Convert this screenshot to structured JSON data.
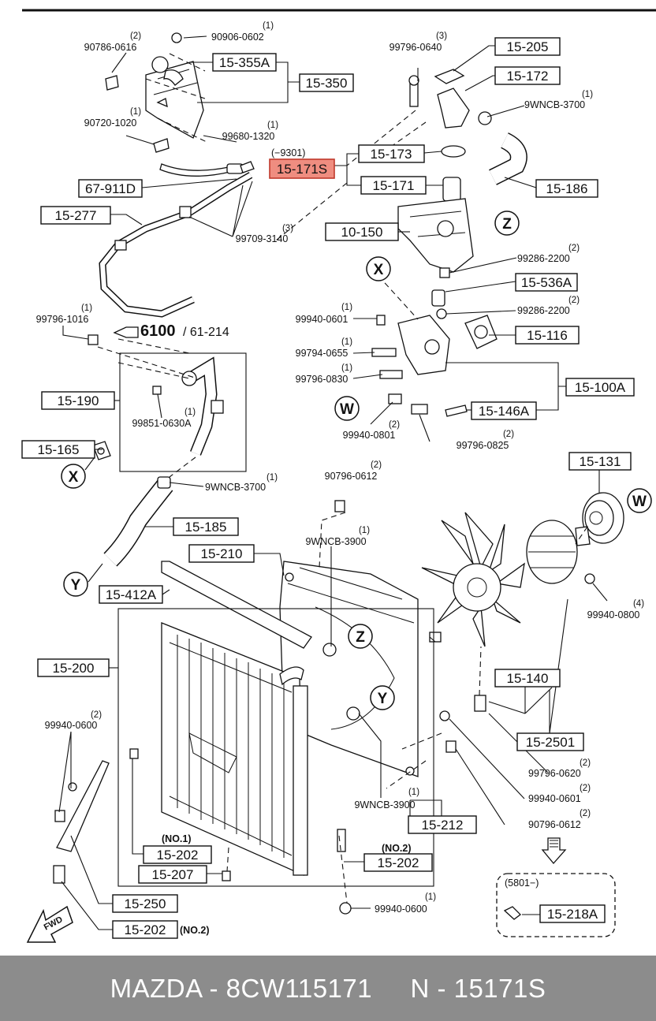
{
  "labels": {
    "l1": "15-355A",
    "l2": "15-350",
    "l3": "15-205",
    "l4": "15-172",
    "l5": "15-173",
    "l6": "15-171S",
    "l7": "15-171",
    "l8": "15-186",
    "l9": "67-911D",
    "l10": "15-277",
    "l11": "10-150",
    "l12": "15-536A",
    "l13": "15-116",
    "l14": "15-100A",
    "l15": "15-146A",
    "l16": "15-190",
    "l17": "15-165",
    "l18": "15-185",
    "l19": "15-131",
    "l20": "15-210",
    "l21": "15-412A",
    "l22": "15-200",
    "l23": "15-140",
    "l24": "15-2501",
    "l25": "15-212",
    "l26": "15-202",
    "l27": "15-207",
    "l28": "15-202",
    "l29": "15-250",
    "l30": "15-202",
    "l31": "15-218A"
  },
  "parts": {
    "p1": "90786-0616",
    "p2": "90906-0602",
    "p3": "90720-1020",
    "p4": "99680-1320",
    "p5": "99796-0640",
    "p6": "9WNCB-3700",
    "p7": "99709-3140",
    "p8": "99796-1016",
    "p9": "99286-2200",
    "p10": "99286-2200",
    "p11": "99940-0601",
    "p12": "99794-0655",
    "p13": "99796-0830",
    "p14": "99940-0801",
    "p15": "99796-0825",
    "p16": "99851-0630A",
    "p17": "9WNCB-3700",
    "p18": "90796-0612",
    "p19": "9WNCB-3900",
    "p20": "99940-0800",
    "p21": "99940-0600",
    "p22": "99796-0620",
    "p23": "99940-0601",
    "p24": "90796-0612",
    "p25": "9WNCB-3900",
    "p26": "99940-0600"
  },
  "quantities": {
    "q1": "(2)",
    "q2": "(1)",
    "q3": "(1)",
    "q4": "(1)",
    "q5": "(3)",
    "q6": "(1)",
    "q7": "(3)",
    "q8": "(1)",
    "q9": "(2)",
    "q10": "(2)",
    "q11": "(1)",
    "q12": "(1)",
    "q13": "(1)",
    "q14": "(2)",
    "q15": "(2)",
    "q16": "(1)",
    "q17": "(1)",
    "q18": "(2)",
    "q19": "(1)",
    "q20": "(4)",
    "q21": "(2)",
    "q22": "(2)",
    "q23": "(2)",
    "q24": "(2)",
    "q25": "(1)",
    "q26": "(1)"
  },
  "circles": {
    "z1": "Z",
    "x1": "X",
    "w1": "W",
    "x2": "X",
    "y1": "Y",
    "w2": "W",
    "z2": "Z",
    "y2": "Y"
  },
  "notes": {
    "date_upto": "(−9301)",
    "date_from": "(5801−)",
    "ref_main": "6100",
    "ref_sub": "/ 61-214",
    "no1": "(NO.1)",
    "no2a": "(NO.2)",
    "no2b": "(NO.2)",
    "fwd": "FWD"
  },
  "footer": {
    "text": "MAZDA - 8CW115171     N - 15171S"
  },
  "colors": {
    "highlight_fill": "#ef8d80",
    "footer_bg": "#8c8c8c"
  }
}
